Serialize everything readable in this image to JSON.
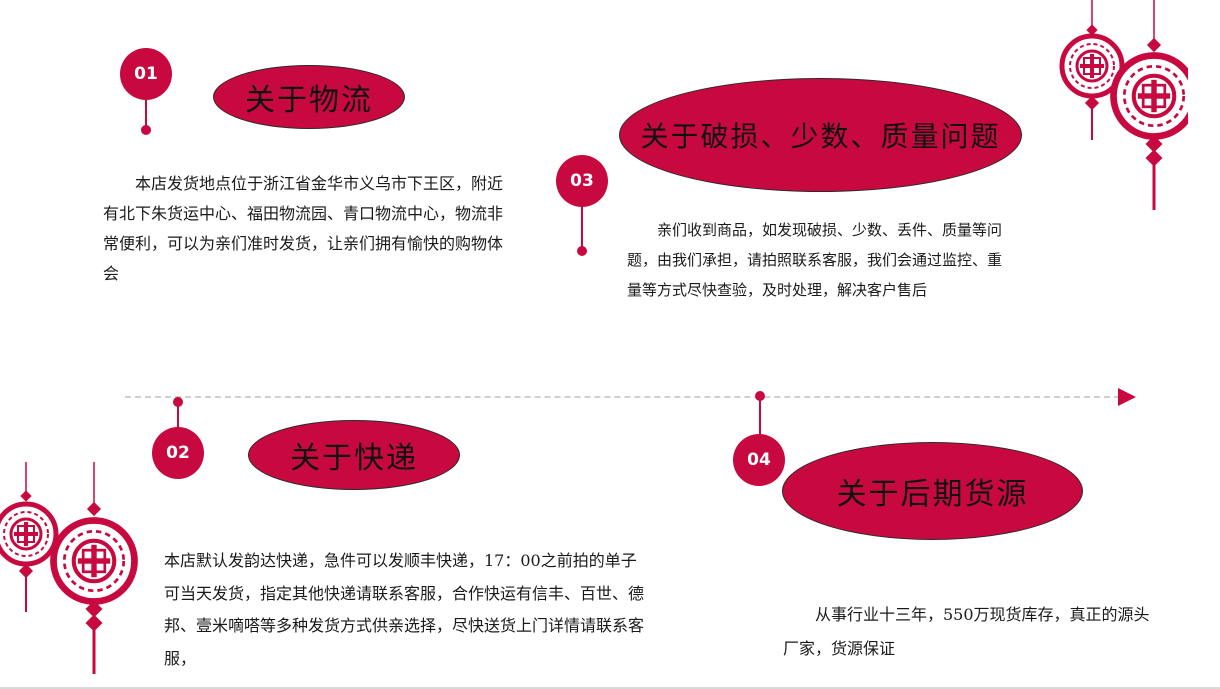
{
  "colors": {
    "accent": "#c8093f",
    "text": "#1a1a1a",
    "timeline": "#cfcfcf"
  },
  "sections": [
    {
      "number": "01",
      "title": "关于物流",
      "body": "本店发货地点位于浙江省金华市义乌市下王区，附近有北下朱货运中心、福田物流园、青口物流中心，物流非常便利，可以为亲们准时发货，让亲们拥有愉快的购物体会"
    },
    {
      "number": "02",
      "title": "关于快递",
      "body": "本店默认发韵达快递，急件可以发顺丰快递，17：00之前拍的单子可当天发货，指定其他快递请联系客服，合作快运有信丰、百世、德邦、壹米嘀嗒等多种发货方式供亲选择，尽快送货上门详情请联系客服，"
    },
    {
      "number": "03",
      "title": "关于破损、少数、质量问题",
      "body": "亲们收到商品，如发现破损、少数、丢件、质量等问题，由我们承担，请拍照联系客服，我们会通过监控、重量等方式尽快查验，及时处理，解决客户售后"
    },
    {
      "number": "04",
      "title": "关于后期货源",
      "body": "从事行业十三年，550万现货库存，真正的源头厂家，货源保证"
    }
  ],
  "decorations": [
    "chinese-knot-ornament",
    "chinese-knot-ornament",
    "chinese-knot-ornament",
    "chinese-knot-ornament"
  ]
}
